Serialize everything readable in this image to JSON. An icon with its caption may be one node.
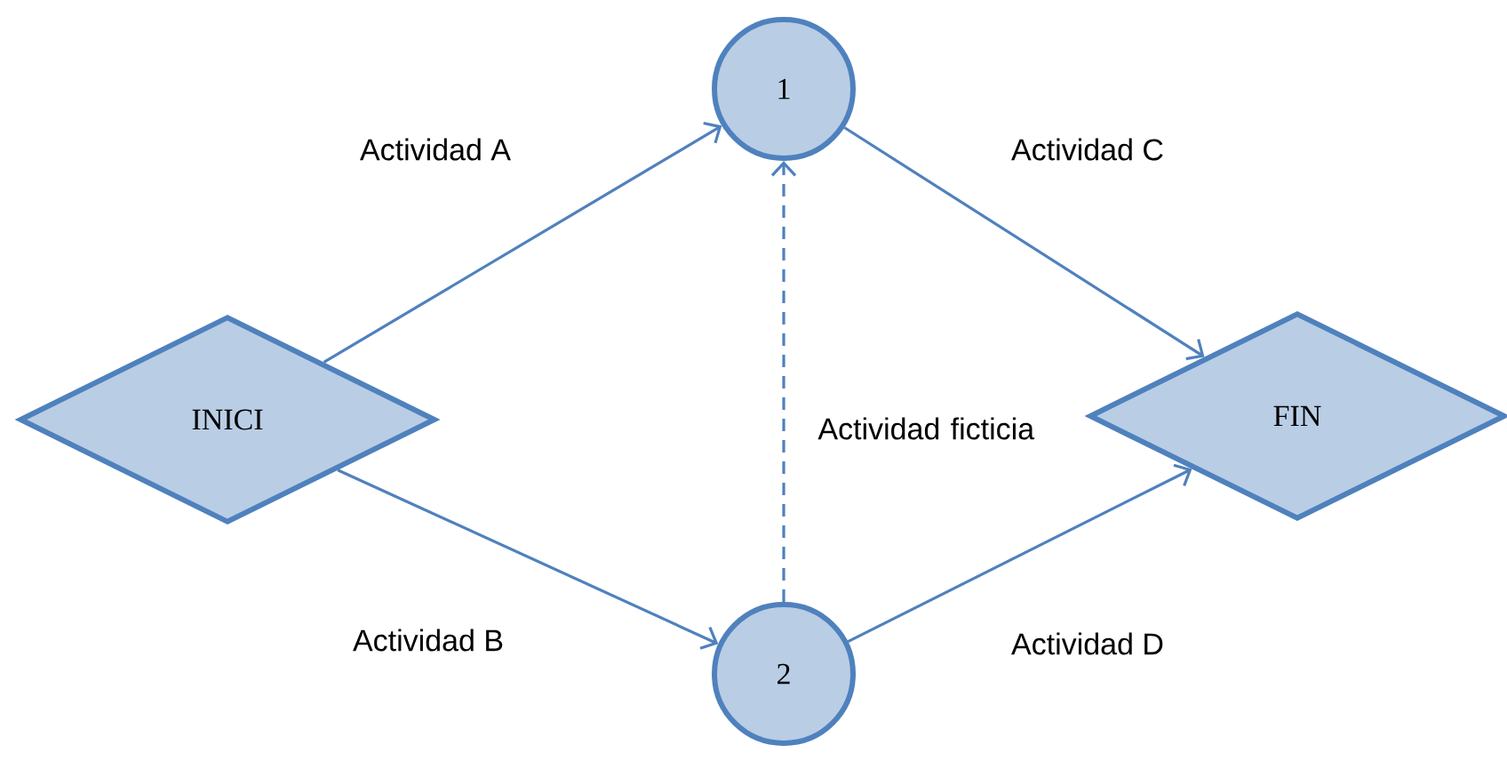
{
  "diagram": {
    "nodes": [
      {
        "text": [
          "INICI"
        ]
      },
      {
        "text": [
          "1"
        ]
      },
      {
        "text": [
          "2"
        ]
      },
      {
        "text": [
          "FIN"
        ]
      }
    ],
    "edges": [
      {
        "from": 0,
        "to": 1,
        "arrow": "to",
        "label": "Actividad A"
      },
      {
        "from": 0,
        "to": 2,
        "arrow": "to",
        "label": "Actividad B"
      },
      {
        "from": 2,
        "to": 1,
        "arrow": "to",
        "label": "Actividad ficticia",
        "style": "dashed"
      },
      {
        "from": 1,
        "to": 3,
        "arrow": "to",
        "label": "Actividad C"
      },
      {
        "from": 2,
        "to": 3,
        "arrow": "to",
        "label": "Actividad D"
      }
    ]
  }
}
